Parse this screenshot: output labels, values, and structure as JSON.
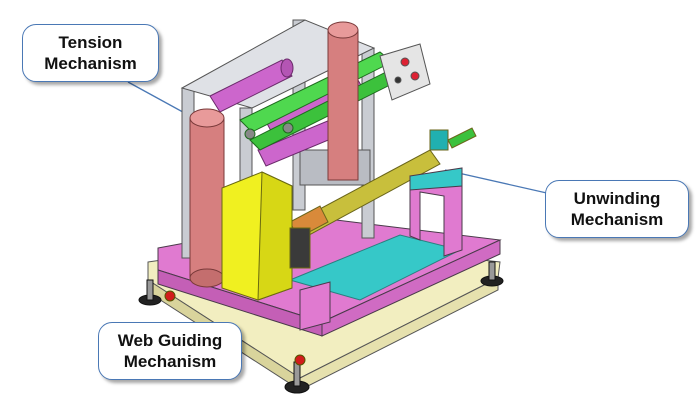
{
  "labels": {
    "tension": {
      "line1": "Tension",
      "line2": "Mechanism"
    },
    "unwinding": {
      "line1": "Unwinding",
      "line2": "Mechanism"
    },
    "web_guiding": {
      "line1": "Web Guiding",
      "line2": "Mechanism"
    }
  },
  "colors": {
    "frame_pink": "#e07ad0",
    "roller_magenta": "#cc66cc",
    "roller_salmon": "#d67f7f",
    "guide_green": "#4fd84f",
    "motor_yellow": "#f0f020",
    "shaft_olive": "#c8bf3c",
    "panel_cyan": "#36c8c8",
    "base_cream": "#f2eec0",
    "aluminum_grey": "#c9ccd2",
    "callout_border": "#4a78b5"
  }
}
